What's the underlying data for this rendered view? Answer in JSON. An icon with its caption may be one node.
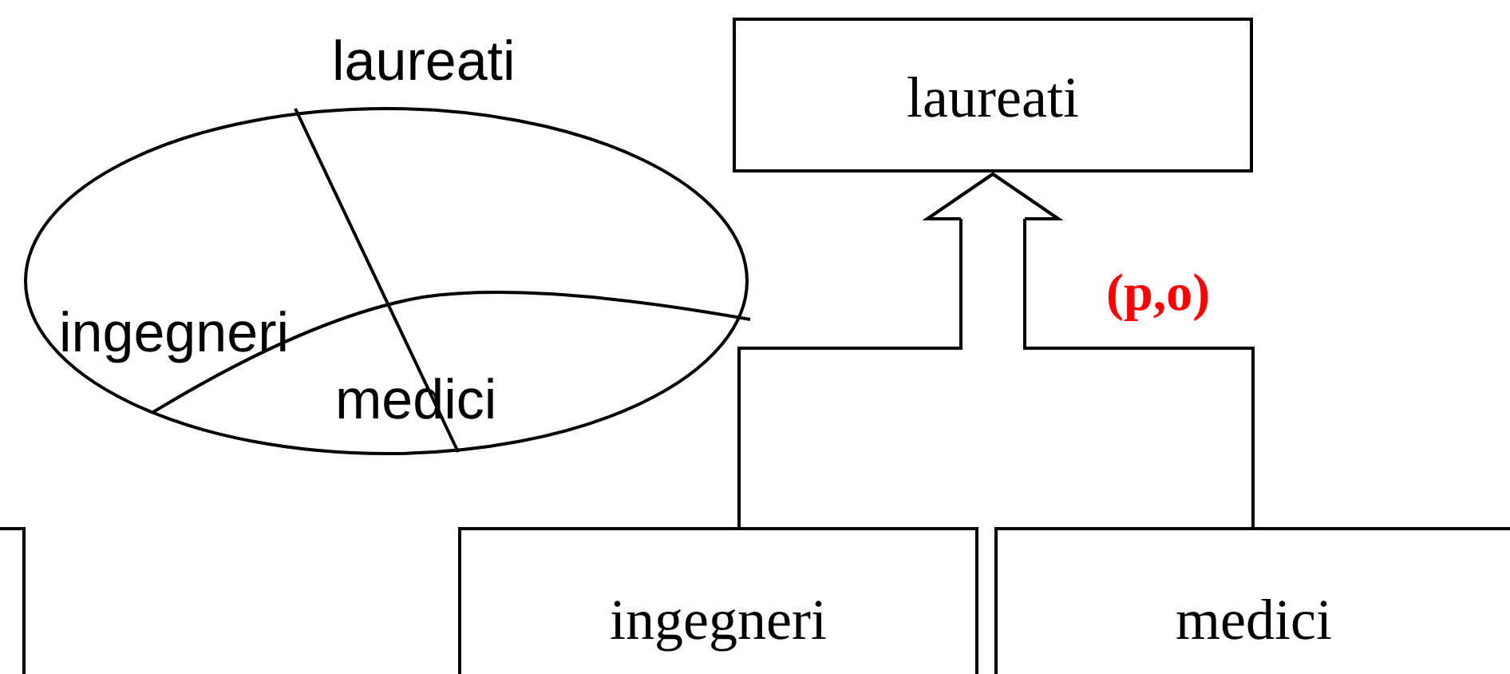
{
  "diagram": {
    "nodes": [
      {
        "text": [
          "laureati",
          "ingegneri",
          "medici"
        ]
      },
      {
        "text": [
          "laureati"
        ]
      },
      {
        "text": [],
        "shape": "box"
      },
      {
        "text": [
          "ingegneri"
        ]
      },
      {
        "text": [
          "medici"
        ]
      }
    ],
    "edges": [
      {
        "from": 3,
        "to": 1,
        "arrow": "to"
      },
      {
        "from": 4,
        "to": 1,
        "arrow": "to"
      }
    ],
    "labels": [
      "(p,o)"
    ]
  }
}
